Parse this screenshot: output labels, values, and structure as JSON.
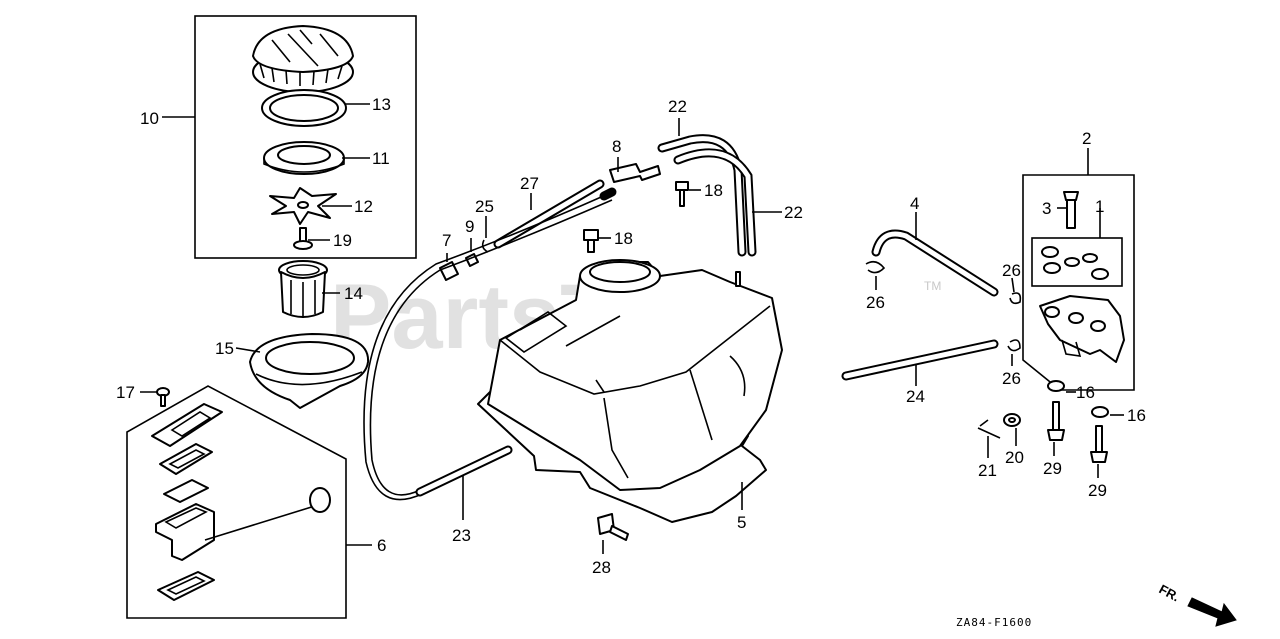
{
  "watermark": {
    "text": "PartsTree",
    "trademark": "TM"
  },
  "diagram_code": "ZA84-F1600",
  "front_arrow_label": "FR.",
  "callouts": {
    "c1": "1",
    "c2": "2",
    "c3": "3",
    "c4": "4",
    "c5": "5",
    "c6": "6",
    "c7": "7",
    "c8": "8",
    "c9": "9",
    "c10": "10",
    "c11": "11",
    "c12": "12",
    "c13": "13",
    "c14": "14",
    "c15": "15",
    "c16a": "16",
    "c16b": "16",
    "c17": "17",
    "c18a": "18",
    "c18b": "18",
    "c19": "19",
    "c20": "20",
    "c21": "21",
    "c22a": "22",
    "c22b": "22",
    "c23": "23",
    "c24": "24",
    "c25": "25",
    "c26a": "26",
    "c26b": "26",
    "c26c": "26",
    "c27": "27",
    "c28": "28",
    "c29a": "29",
    "c29b": "29"
  }
}
